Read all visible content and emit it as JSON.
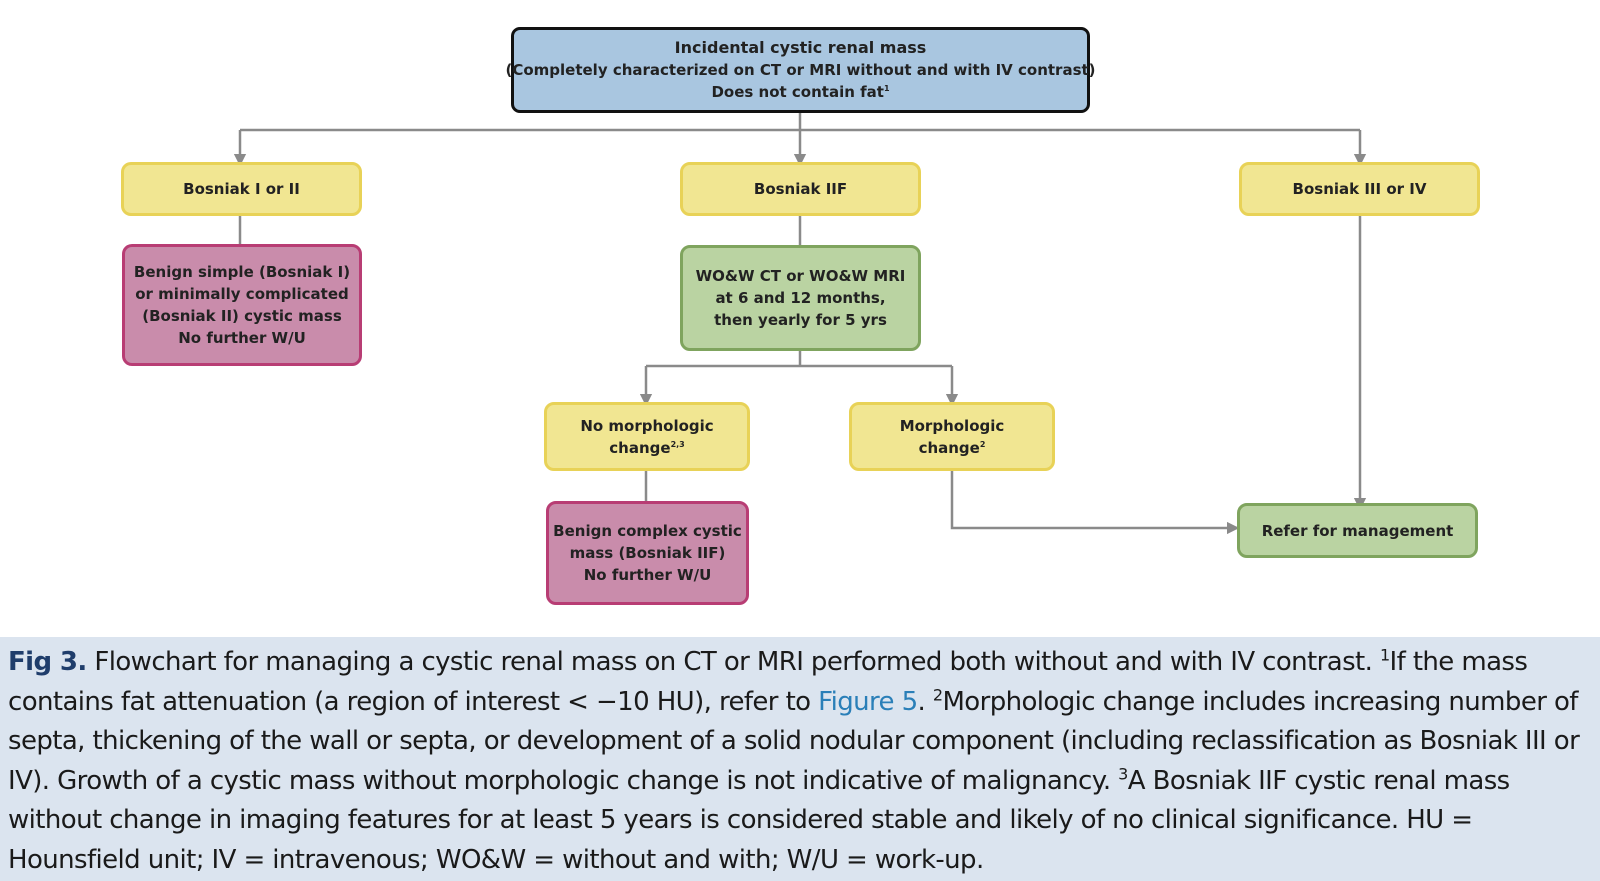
{
  "diagram": {
    "root": {
      "title": "Incidental cystic renal mass",
      "line2": "(Completely characterized on CT or MRI without and with IV contrast)",
      "line3": "Does not contain fat",
      "line3_sup": "1"
    },
    "bosniak_1_2": "Bosniak I or II",
    "bosniak_2f": "Bosniak IIF",
    "bosniak_3_4": "Bosniak III or IV",
    "benign_simple": [
      "Benign simple (Bosniak I)",
      "or minimally complicated",
      "(Bosniak II) cystic mass",
      "No further W/U"
    ],
    "followup": [
      "WO&W CT or WO&W MRI",
      "at 6 and 12 months,",
      "then yearly for 5 yrs"
    ],
    "no_morph": {
      "line1": "No morphologic",
      "line2": "change",
      "line2_sup": "2,3"
    },
    "morph": {
      "line1": "Morphologic",
      "line2": "change",
      "line2_sup": "2"
    },
    "benign_complex": [
      "Benign complex cystic",
      "mass (Bosniak IIF)",
      "No further W/U"
    ],
    "refer": "Refer for management",
    "colors": {
      "root_fill": "#a9c6e0",
      "category_fill": "#f1e692",
      "benign_fill": "#c98cab",
      "action_fill": "#bad3a2",
      "connector": "#8a8a8a",
      "caption_bg": "#dbe4ef",
      "caption_label": "#1f3d6b",
      "caption_link": "#2a7fb8"
    }
  },
  "caption": {
    "label": "Fig 3.",
    "s1": " Flowchart for managing a cystic renal mass on CT or MRI performed both without and with IV contrast. ",
    "fn1": "1",
    "s2": "If the mass contains fat attenuation (a region of interest < −10 HU), refer to ",
    "link": "Figure 5",
    "s3": ". ",
    "fn2": "2",
    "s4": "Morphologic change includes increasing number of septa, thickening of the wall or septa, or development of a solid nodular component (including reclassification as Bosniak III or IV). Growth of a cystic mass without morphologic change is not indicative of malignancy. ",
    "fn3": "3",
    "s5": "A Bosniak IIF cystic renal mass without change in imaging features for at least 5 years is considered stable and likely of no clinical significance. HU = Hounsfield unit; IV = intravenous; WO&W = without and with; W/U = work-up."
  }
}
